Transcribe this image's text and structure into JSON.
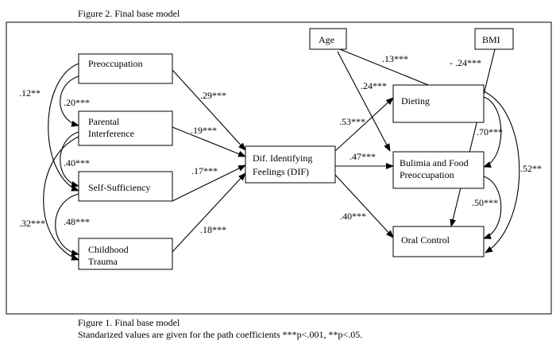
{
  "figure_title": "Figure 2. Final base model",
  "caption": {
    "line1": "Figure 1. Final base model",
    "line2": "Standarized values are given for the path coefficients ***p<.001, **p<.05."
  },
  "nodes": {
    "preoccupation": [
      "Preoccupation"
    ],
    "parental": [
      "Parental",
      "Interference"
    ],
    "selfsuff": [
      "Self-Sufficiency"
    ],
    "trauma": [
      "Childhood",
      "Trauma"
    ],
    "dif": [
      "Dif. Identifying",
      "Feelings (DIF)"
    ],
    "age": [
      "Age"
    ],
    "bmi": [
      "BMI"
    ],
    "dieting": [
      "Dieting"
    ],
    "bulimia": [
      "Bulimia and Food",
      "Preoccupation"
    ],
    "oral": [
      "Oral Control"
    ]
  },
  "coefficients": {
    "pre_dif": ".29***",
    "par_dif": ".19***",
    "self_dif": ".17***",
    "trauma_dif": ".18***",
    "dif_dieting": ".53***",
    "dif_bulimia": ".47***",
    "dif_oral": ".40***",
    "age_dieting": ".13***",
    "age_bulimia": ".24***",
    "bmi_oral": "- .24***",
    "cov_pre_par": ".20***",
    "cov_pre_self": ".12**",
    "cov_par_self": ".40***",
    "cov_par_trauma": ".32***",
    "cov_self_trauma": ".48***",
    "cov_diet_bul": ".70***",
    "cov_bul_oral": ".50***",
    "cov_diet_oral": ".52**"
  }
}
